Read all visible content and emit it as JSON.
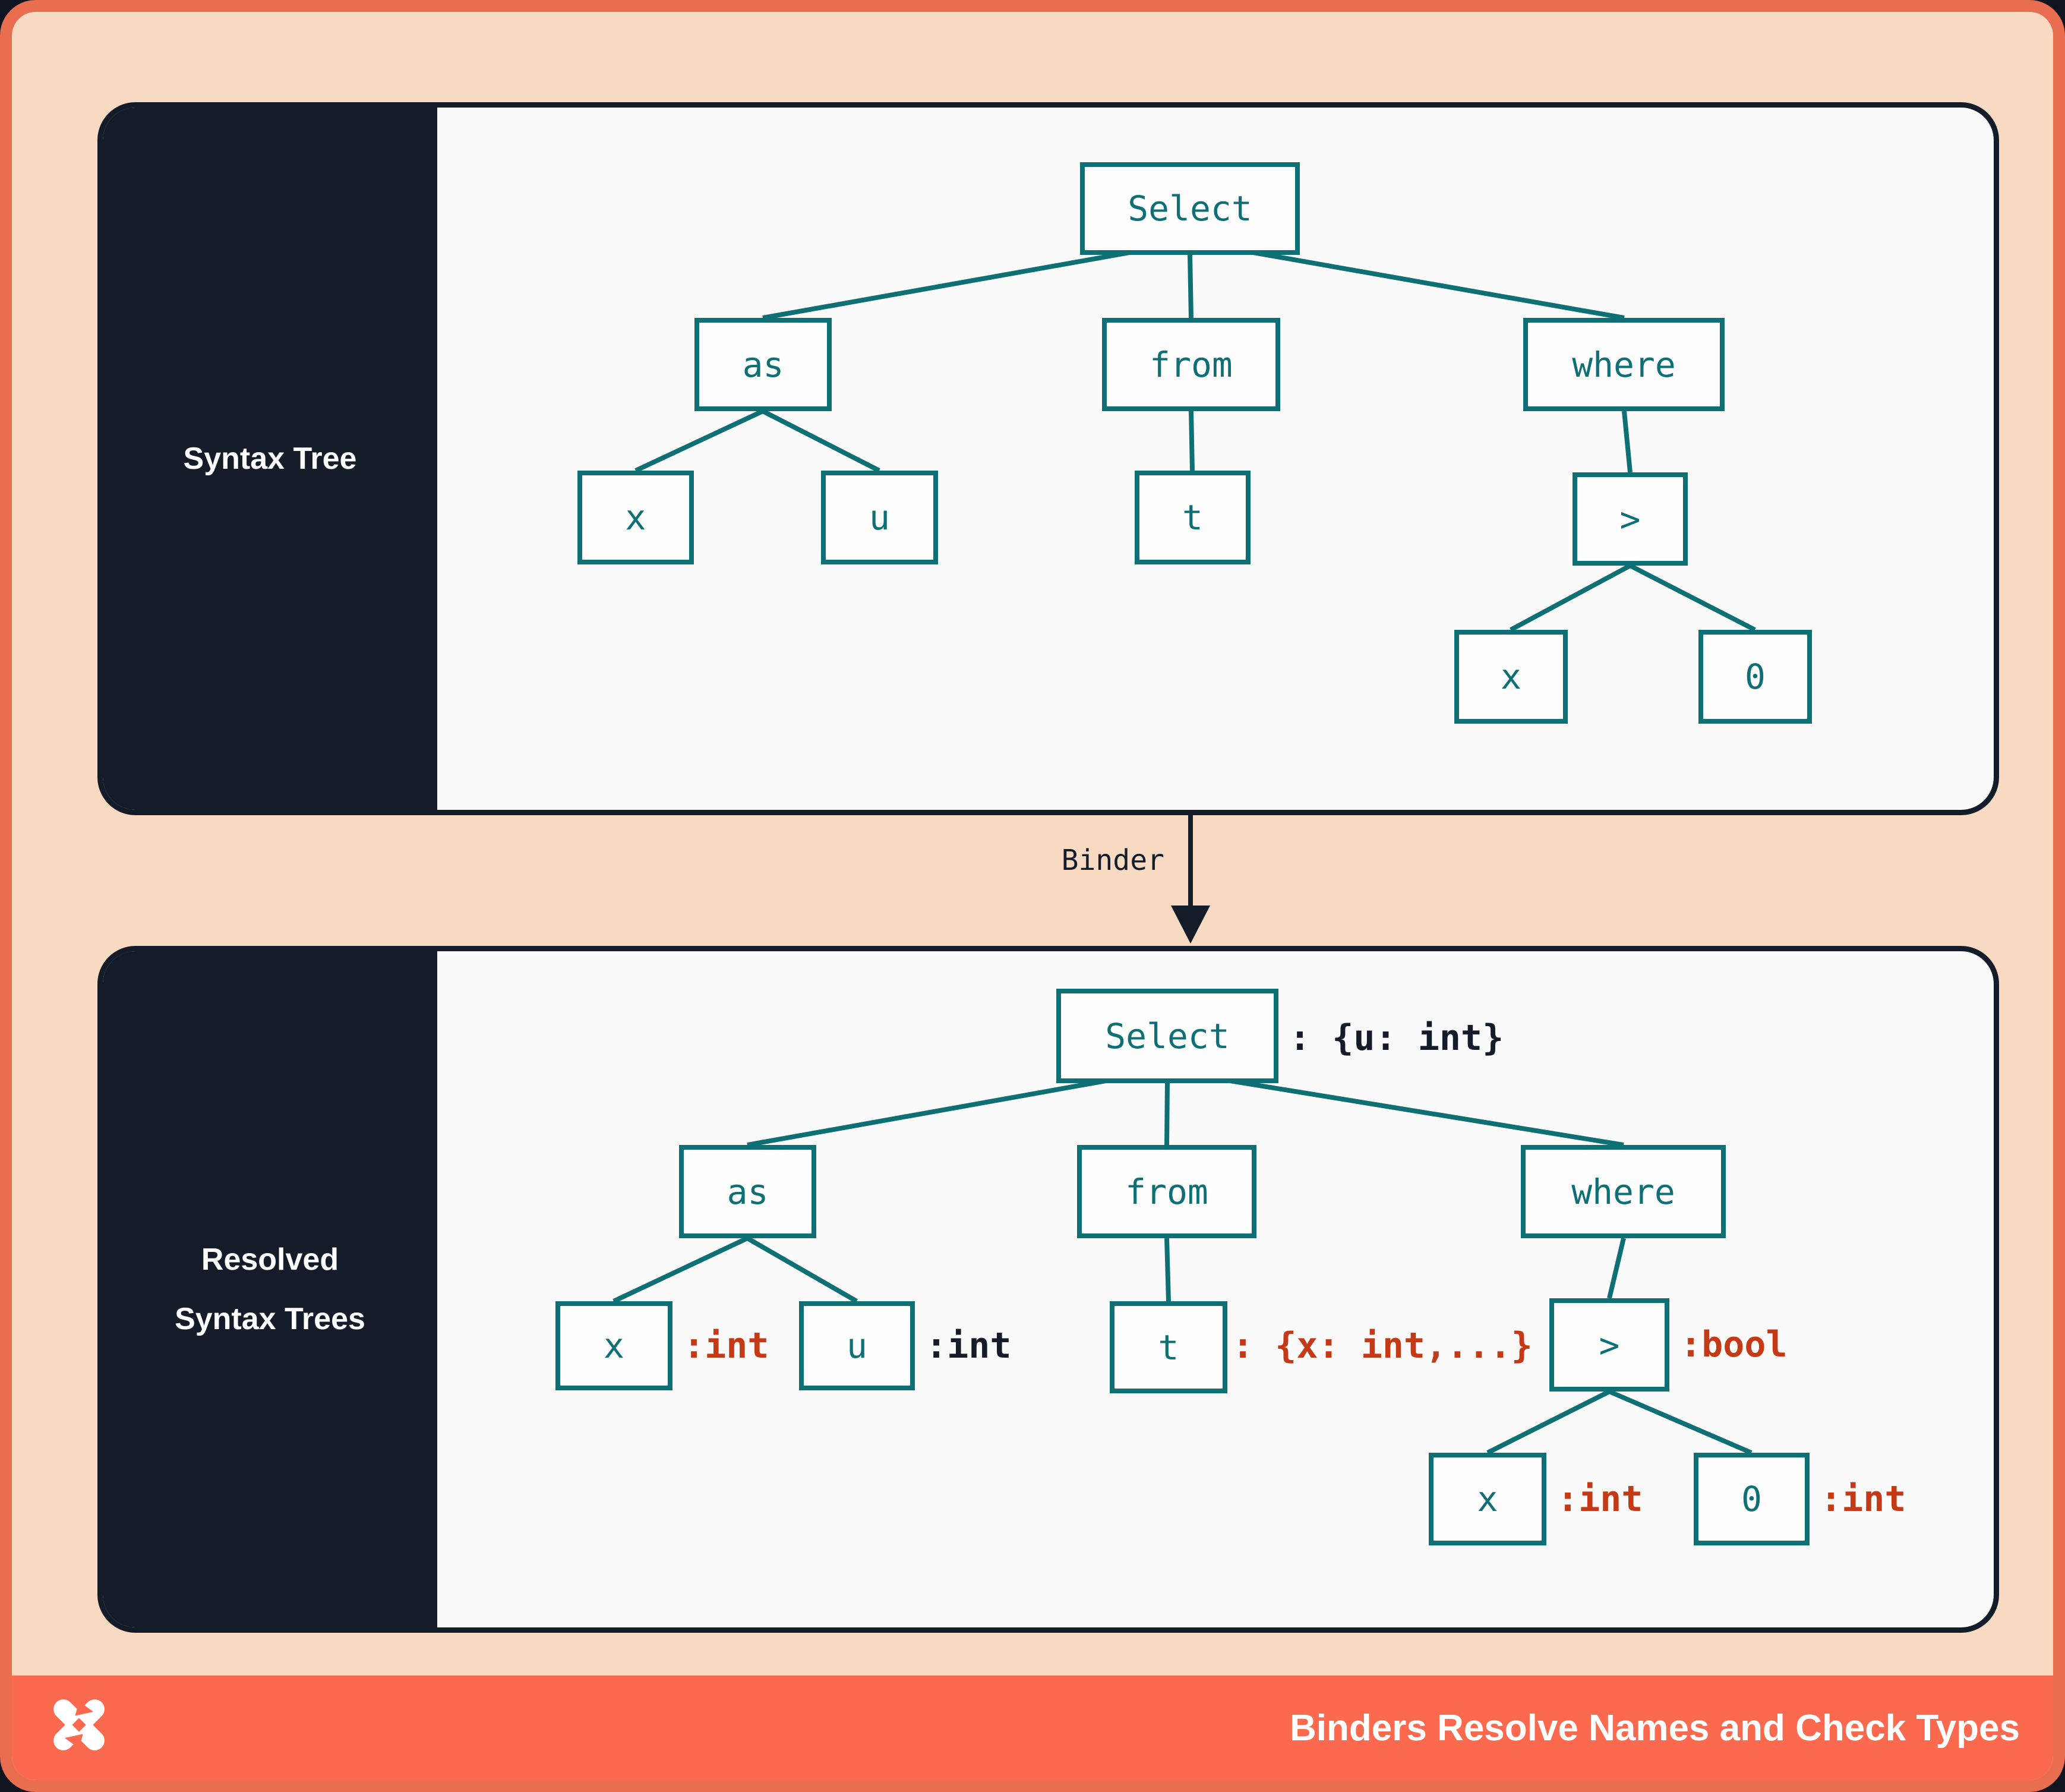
{
  "panels": {
    "top": {
      "label": "Syntax Tree"
    },
    "bottom": {
      "label_line1": "Resolved",
      "label_line2": "Syntax Trees"
    }
  },
  "arrow": {
    "label": "Binder"
  },
  "syntax_tree": {
    "select": "Select",
    "as": "as",
    "from": "from",
    "where": "where",
    "x1": "x",
    "u": "u",
    "t": "t",
    "gt": ">",
    "x2": "x",
    "zero": "0"
  },
  "resolved_tree": {
    "select": "Select",
    "select_type": ": {u: int}",
    "as": "as",
    "from": "from",
    "where": "where",
    "x1": "x",
    "x1_type": ":int",
    "u": "u",
    "u_type": ":int",
    "t": "t",
    "t_type": ": {x: int,...}",
    "gt": ">",
    "gt_type": ":bool",
    "x2": "x",
    "x2_type": ":int",
    "zero": "0",
    "zero_type": ":int"
  },
  "footer": {
    "title": "Binders Resolve Names and Check Types",
    "logo": "drasi-pinwheel-logo"
  },
  "colors": {
    "teal": "#0e6f74",
    "annotation_red": "#c43a16",
    "navy": "#141b29",
    "peach": "#f8d9c2",
    "frame_orange": "#e96d4f",
    "footer_orange": "#fb6a4e",
    "panel_background": "#fafafa"
  }
}
